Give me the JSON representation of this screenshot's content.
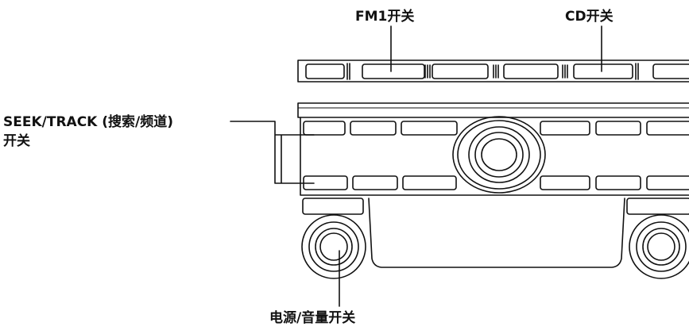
{
  "labels": {
    "fm1_switch": "FM1开关",
    "cd_switch": "CD开关",
    "seek_track_line1": "SEEK/TRACK (搜索/频道)",
    "seek_track_line2": "开关",
    "power_volume_switch": "电源/音量开关"
  },
  "colors": {
    "stroke": "#111111",
    "background": "#ffffff"
  }
}
